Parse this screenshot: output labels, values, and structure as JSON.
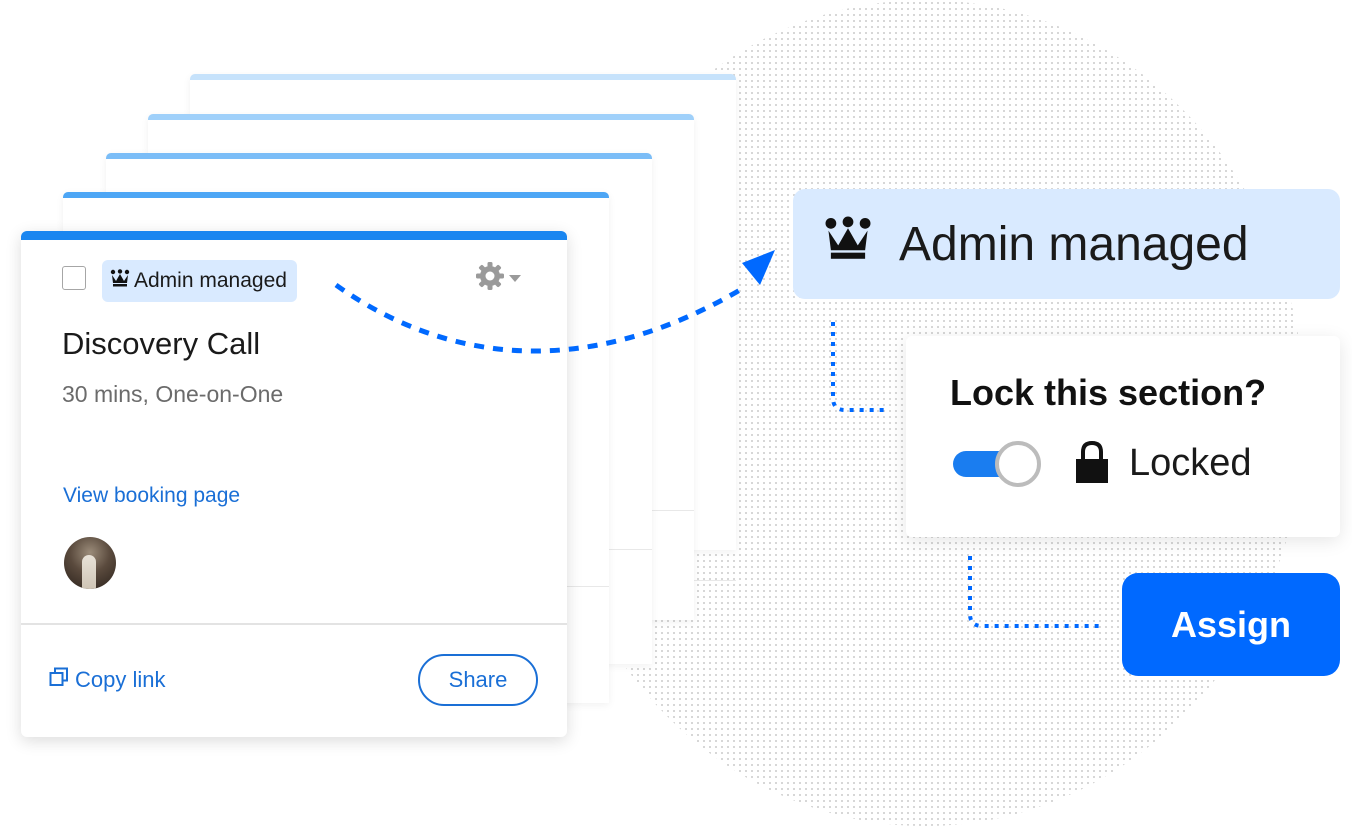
{
  "colors": {
    "accent_blue": "#1a86f0",
    "link_blue": "#1a6fd6",
    "badge_bg": "#d9eaff",
    "assign_bg": "#0069ff"
  },
  "event_card": {
    "badge": {
      "icon": "crown-icon",
      "label": "Admin managed"
    },
    "title": "Discovery Call",
    "subtitle": "30 mins, One-on-One",
    "view_link": "View booking page",
    "copy_link": "Copy link",
    "share_button": "Share"
  },
  "admin_badge": {
    "icon": "crown-icon",
    "label": "Admin managed"
  },
  "lock_panel": {
    "title": "Lock this section?",
    "toggle_on": true,
    "status_icon": "lock-icon",
    "status_label": "Locked"
  },
  "assign_button": "Assign"
}
